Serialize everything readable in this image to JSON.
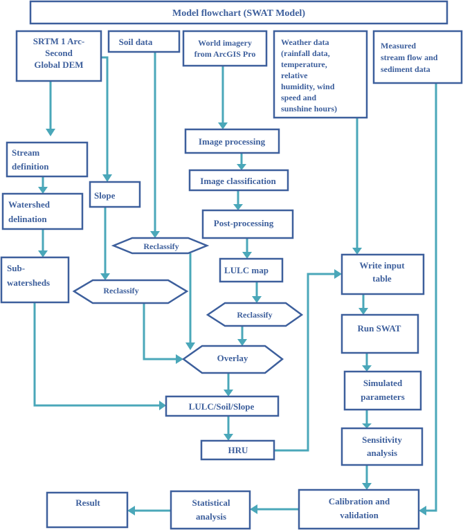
{
  "title": "Model flowchart (SWAT Model)",
  "nodes": {
    "srtm": [
      "SRTM 1 Arc-",
      "Second",
      "Global DEM"
    ],
    "soil_data": [
      "Soil data"
    ],
    "world_imagery": [
      "World imagery",
      "from ArcGIS Pro"
    ],
    "weather_data": [
      "Weather data",
      "(rainfall data,",
      "temperature,",
      "relative",
      "humidity, wind",
      "speed and",
      "sunshine hours)"
    ],
    "measured_flow": [
      "Measured",
      "stream flow and",
      "sediment data"
    ],
    "stream_definition": [
      "Stream",
      "definition"
    ],
    "watershed_delineation": [
      "Watershed",
      "delination"
    ],
    "sub_watersheds": [
      "Sub-",
      "watersheds"
    ],
    "slope": [
      "Slope"
    ],
    "reclassify_soil": [
      "Reclassify"
    ],
    "reclassify_slope": [
      "Reclassify"
    ],
    "image_processing": [
      "Image processing"
    ],
    "image_classification": [
      "Image classification"
    ],
    "post_processing": [
      "Post-processing"
    ],
    "lulc_map": [
      "LULC map"
    ],
    "reclassify_lulc": [
      "Reclassify"
    ],
    "overlay": [
      "Overlay"
    ],
    "lulc_soil_slope": [
      "LULC/Soil/Slope"
    ],
    "hru": [
      "HRU"
    ],
    "write_input_table": [
      "Write input",
      "table"
    ],
    "run_swat": [
      "Run SWAT"
    ],
    "simulated_parameters": [
      "Simulated",
      "parameters"
    ],
    "sensitivity_analysis": [
      "Sensitivity",
      "analysis"
    ],
    "calibration_validation": [
      "Calibration and",
      "validation"
    ],
    "statistical_analysis": [
      "Statistical",
      "analysis"
    ],
    "result": [
      "Result"
    ]
  },
  "colors": {
    "box_border": "#3d5f9c",
    "text": "#3d5f9c",
    "connector": "#4aa7b9",
    "background": "#ffffff"
  }
}
